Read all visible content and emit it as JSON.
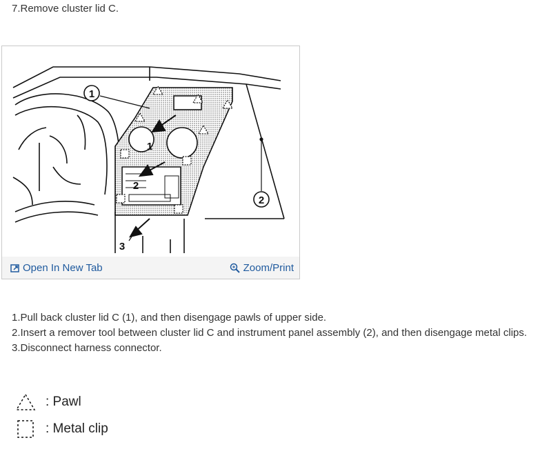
{
  "step_heading": "7.Remove cluster lid C.",
  "figure": {
    "callouts": [
      "1",
      "2",
      "1",
      "2",
      "3"
    ],
    "toolbar": {
      "open_tab_label": "Open In New Tab",
      "zoom_label": "Zoom/Print",
      "open_tab_icon": "open-tab-icon",
      "zoom_icon": "magnifier-icon",
      "link_color": "#1f5a9e"
    }
  },
  "instructions": [
    "1.Pull back cluster lid C (1), and then disengage pawls of upper side.",
    "2.Insert a remover tool between cluster lid C and instrument panel assembly (2), and then disengage metal clips.",
    "3.Disconnect harness connector."
  ],
  "legend": [
    {
      "icon": "pawl-triangle-icon",
      "label": ": Pawl"
    },
    {
      "icon": "metal-clip-square-icon",
      "label": ": Metal clip"
    }
  ]
}
